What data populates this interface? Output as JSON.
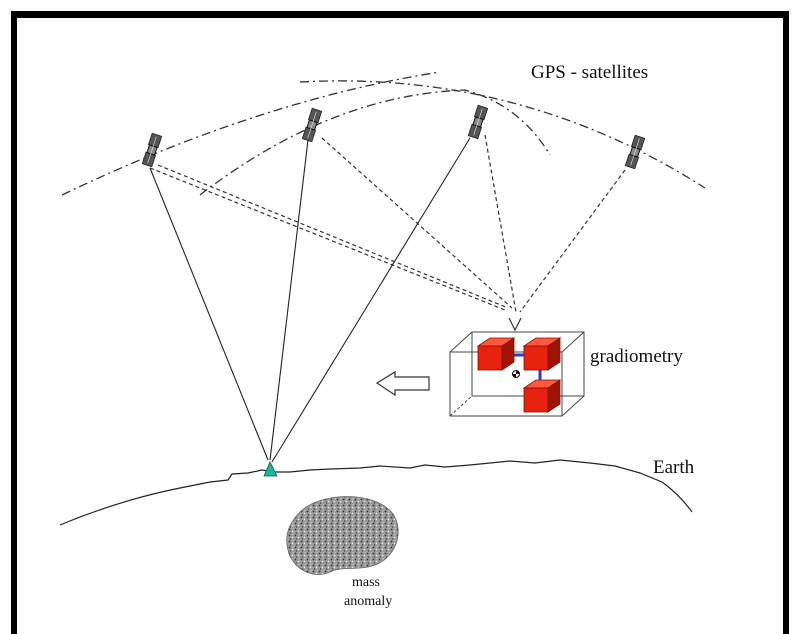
{
  "labels": {
    "gps": "GPS - satellites",
    "gradiometry": "gradiometry",
    "earth": "Earth",
    "mass_line1": "mass",
    "mass_line2": "anomaly"
  },
  "icons": {
    "satellite": "satellite-icon",
    "arrow": "hollow-left-arrow-icon",
    "station": "ground-station-icon"
  },
  "colors": {
    "frame": "#000000",
    "line": "#222222",
    "cube_fill": "#e8220e",
    "cube_dark": "#a01405",
    "link": "#1f3fd6",
    "station": "#19b89a",
    "mass": "#7a7a7a"
  }
}
